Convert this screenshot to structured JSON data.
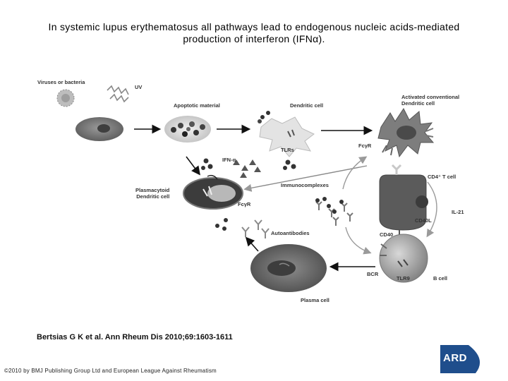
{
  "title": {
    "line1": "In systemic lupus erythematosus all pathways lead to endogenous nucleic acids-mediated",
    "line2": "production of interferon (IFNα)."
  },
  "labels": {
    "viruses": "Viruses or bacteria",
    "uv": "UV",
    "apoptotic": "Apoptotic material",
    "dendritic": "Dendritic cell",
    "activated_line1": "Activated conventional",
    "activated_line2": "Dendritic cell",
    "tlrs": "TLRs",
    "fcyr_top": "FcγR",
    "ifn": "IFN-α",
    "plasmacytoid_line1": "Plasmacytoid",
    "plasmacytoid_line2": "Dendritic cell",
    "immunocomplexes": "Immunocomplexes",
    "cd4": "CD4⁺ T cell",
    "fcyr_pdc": "FcγR",
    "il21": "IL-21",
    "cd40l": "CD40L",
    "autoantibodies": "Autoantibodies",
    "cd40": "CD40",
    "bcr": "BCR",
    "tlr9": "TLR9",
    "b_cell": "B cell",
    "plasma_cell": "Plasma cell"
  },
  "citation": "Bertsias G K et al. Ann Rheum Dis 2010;69:1603-1611",
  "copyright": "©2010 by BMJ Publishing Group Ltd and European League Against Rheumatism",
  "logo": {
    "text": "ARD",
    "color": "#1f4e8c"
  }
}
